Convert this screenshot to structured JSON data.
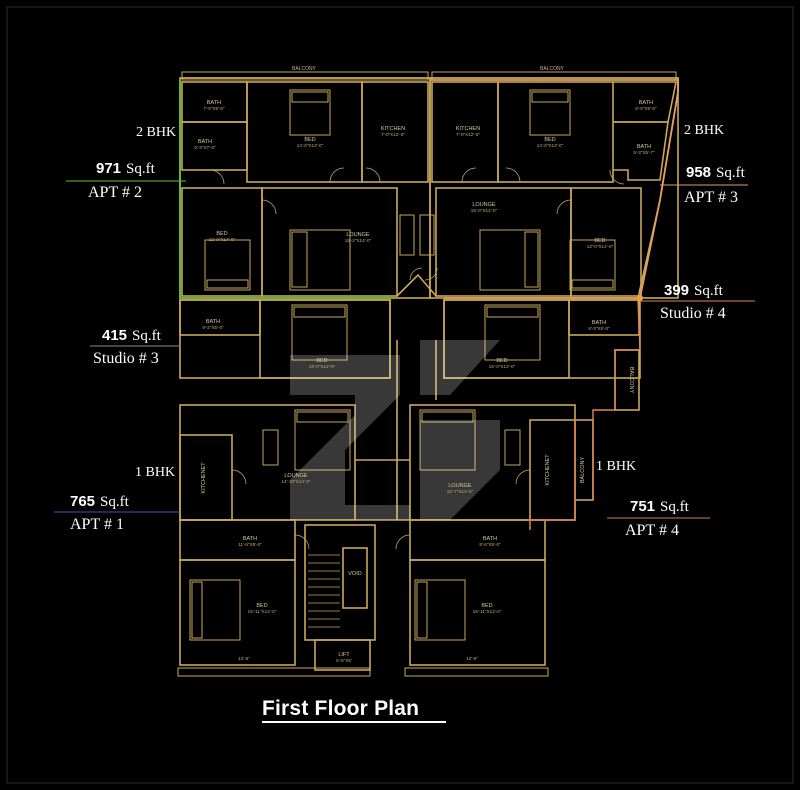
{
  "title": "First Floor Plan",
  "units": {
    "apt2": {
      "bhk": "2 BHK",
      "area": "971",
      "unit": "Sq.ft",
      "name": "APT # 2"
    },
    "apt3": {
      "bhk": "2 BHK",
      "area": "958",
      "unit": "Sq.ft",
      "name": "APT # 3"
    },
    "studio3": {
      "area": "415",
      "unit": "Sq.ft",
      "name": "Studio # 3"
    },
    "studio4": {
      "area": "399",
      "unit": "Sq.ft",
      "name": "Studio # 4"
    },
    "apt1": {
      "bhk": "1 BHK",
      "area": "765",
      "unit": "Sq.ft",
      "name": "APT # 1"
    },
    "apt4": {
      "bhk": "1 BHK",
      "area": "751",
      "unit": "Sq.ft",
      "name": "APT # 4"
    }
  },
  "rooms": {
    "balcony_left": "BALCONY",
    "balcony_right": "BALCONY",
    "balcony_side": "BALCONY",
    "balcony_side2": "BALCONY",
    "bath_tl": "BATH",
    "bath_tl_dim": "7'-0\"X5'-0\"",
    "bath_tl2": "BATH",
    "bath_tl2_dim": "5'-3\"X7'-0\"",
    "bed_tl": "BED",
    "bed_tl_dim": "14'-0\"X12'-0\"",
    "kitchen_l": "KITCHEN",
    "kitchen_l_dim": "7'-0\"X12'-0\"",
    "kitchen_r": "KITCHEN",
    "kitchen_r_dim": "7'-0\"X12'-0\"",
    "bed_tr": "BED",
    "bed_tr_dim": "14'-0\"X12'-0\"",
    "bath_tr": "BATH",
    "bath_tr_dim": "6'-0\"X5'-0\"",
    "bath_tr2": "BATH",
    "bath_tr2_dim": "5'-3\"X5'-7\"",
    "bed_ml": "BED",
    "bed_ml_dim": "12'-0\"X14'-0\"",
    "lounge_l": "LOUNGE",
    "lounge_l_dim": "15'-2\"X14'-0\"",
    "lounge_r": "LOUNGE",
    "lounge_r_dim": "15'-0\"X14'-0\"",
    "bed_mr": "BED",
    "bed_mr_dim": "12'-0\"X14'-0\"",
    "bath_s3": "BATH",
    "bath_s3_dim": "9'-2\"X5'-0\"",
    "bed_s3": "BED",
    "bed_s3_dim": "16'-0\"X12'-0\"",
    "bed_s4": "BED",
    "bed_s4_dim": "15'-0\"X12'-0\"",
    "bath_s4": "BATH",
    "bath_s4_dim": "8'-3\"X5'-0\"",
    "kitchenet_l": "KITCHENET",
    "kitchenet_r": "KITCHENET",
    "lounge_a1": "LOUNGE",
    "lounge_a1_dim": "14'-10\"X14'-0\"",
    "lounge_a4": "LOUNGE",
    "lounge_a4_dim": "12'-7\"X14'-0\"",
    "bath_a1": "BATH",
    "bath_a1_dim": "11'-6\"X5'-0\"",
    "bath_a4": "BATH",
    "bath_a4_dim": "8'-6\"X5'-0\"",
    "bed_a1": "BED",
    "bed_a1_dim": "15'-11\"X12'-0\"",
    "bed_a4": "BED",
    "bed_a4_dim": "15'-11\"X12'-0\"",
    "void": "VOID",
    "lift": "LIFT",
    "lift_dim": "5'-6\"X5'",
    "dim_bottom_l": "12'-6\"",
    "dim_bottom_r": "12'-6\""
  },
  "colors": {
    "background": "#000000",
    "plan_line": "#c9a85a",
    "apt2_outline": "#5fbf3a",
    "apt3_outline": "#e0a060",
    "studio4_outline": "#d98a55",
    "apt4_outline": "#d27a50",
    "watermark": "#ffffff"
  }
}
